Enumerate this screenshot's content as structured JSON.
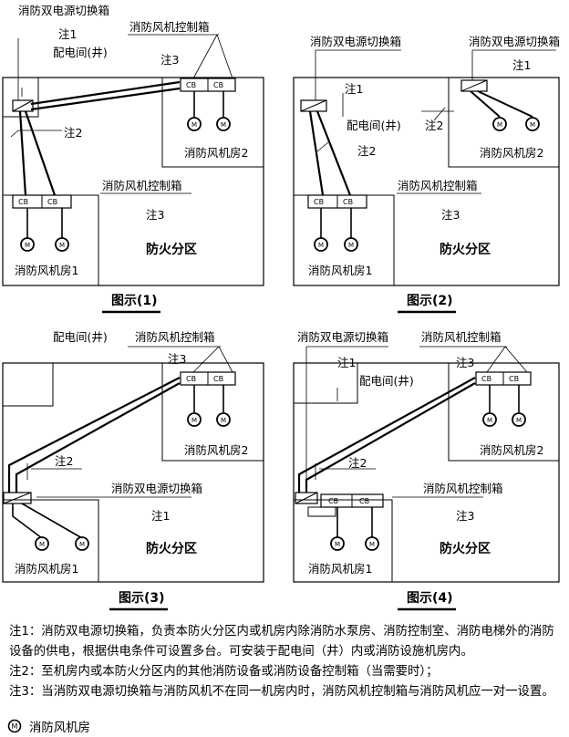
{
  "labels": {
    "switch_box": "消防双电源切换箱",
    "control_box": "消防风机控制箱",
    "distribution_room": "配电间(井)",
    "fire_zone": "防火分区",
    "fan_room_1": "消防风机房1",
    "fan_room_2": "消防风机房2",
    "note1": "注1",
    "note2": "注2",
    "note3": "注3",
    "cb": "CB",
    "motor": "M"
  },
  "figures": [
    "图示(1)",
    "图示(2)",
    "图示(3)",
    "图示(4)"
  ],
  "notes": [
    "注1：消防双电源切换箱，负责本防火分区内或机房内除消防水泵房、消防控制室、消防电梯外的消防设备的供电，根据供电条件可设置多台。可安装于配电间（井）内或消防设施机房内。",
    "注2：至机房内或本防火分区内的其他消防设备或消防设备控制箱（当需要时）；",
    "注3：当消防双电源切换箱与消防风机不在同一机房内时，消防风机控制箱与消防风机应一对一设置。"
  ],
  "legend": {
    "label": "消防风机房",
    "symbol": "M"
  }
}
